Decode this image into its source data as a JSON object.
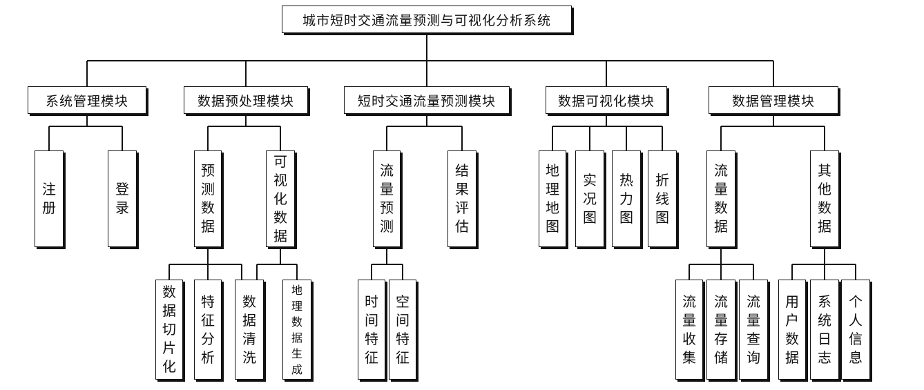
{
  "root": {
    "label": "城市短时交通流量预测与可视化分析系统"
  },
  "modules": [
    {
      "label": "系统管理模块",
      "children": [
        {
          "label": "注册"
        },
        {
          "label": "登录"
        }
      ]
    },
    {
      "label": "数据预处理模块",
      "children": [
        {
          "label": "预测数据",
          "children": [
            {
              "label": "数据切片化"
            },
            {
              "label": "特征分析"
            },
            {
              "label": "数据清洗"
            }
          ]
        },
        {
          "label": "可视化数据",
          "children": [
            {
              "label": "地理数据生成"
            }
          ]
        }
      ]
    },
    {
      "label": "短时交通流量预测模块",
      "children": [
        {
          "label": "流量预测",
          "children": [
            {
              "label": "时间特征"
            },
            {
              "label": "空间特征"
            }
          ]
        },
        {
          "label": "结果评估"
        }
      ]
    },
    {
      "label": "数据可视化模块",
      "children": [
        {
          "label": "地理地图"
        },
        {
          "label": "实况图"
        },
        {
          "label": "热力图"
        },
        {
          "label": "折线图"
        }
      ]
    },
    {
      "label": "数据管理模块",
      "children": [
        {
          "label": "流量数据",
          "children": [
            {
              "label": "流量收集"
            },
            {
              "label": "流量存储"
            },
            {
              "label": "流量查询"
            }
          ]
        },
        {
          "label": "其他数据",
          "children": [
            {
              "label": "用户数据"
            },
            {
              "label": "系统日志"
            },
            {
              "label": "个人信息"
            }
          ]
        }
      ]
    }
  ]
}
